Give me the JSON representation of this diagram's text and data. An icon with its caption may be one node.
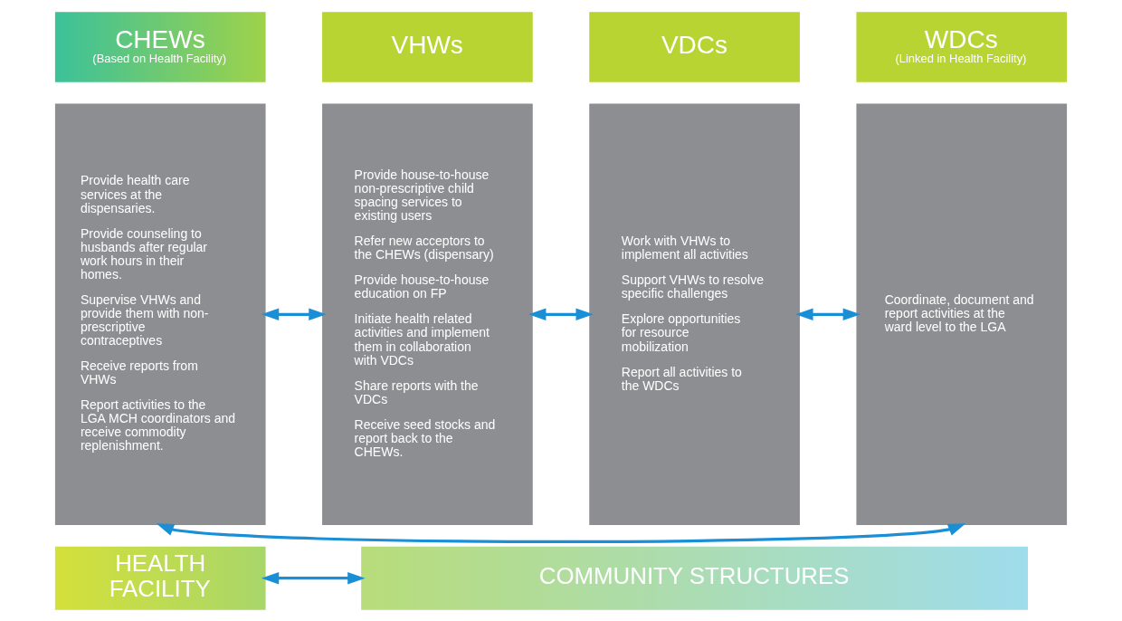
{
  "diagram": {
    "nodes": [
      {
        "text": [
          "CHEWs",
          "(Based on Health Facility)"
        ]
      },
      {
        "text": [
          "VHWs"
        ]
      },
      {
        "text": [
          "VDCs"
        ]
      },
      {
        "text": [
          "WDCs",
          "(Linked in Health Facility)"
        ]
      },
      {
        "text": [
          "Provide health care services at the dispensaries.",
          "Provide counseling to husbands after regular work hours in their homes.",
          "Supervise VHWs and provide them with non-prescriptive contraceptives",
          "Receive reports from VHWs",
          "Report activities to the LGA MCH coordinators and receive commodity replenishment."
        ]
      },
      {
        "text": [
          "Provide house-to-house non-prescriptive child spacing services to existing users",
          "Refer new acceptors to the CHEWs (dispensary)",
          "Provide house-to-house education on FP",
          "Initiate health related activities and implement them in collaboration with VDCs",
          "Share reports with the VDCs",
          "Receive seed stocks and report back to the CHEWs."
        ]
      },
      {
        "text": [
          "Work with VHWs to implement all activities",
          "Support VHWs to resolve specific challenges",
          "Explore opportunities for resource mobilization",
          "Report all activities to the WDCs"
        ]
      },
      {
        "text": [
          "Coordinate, document and report activities at the ward level to the LGA"
        ]
      },
      {
        "text": [
          "HEALTH FACILITY"
        ]
      },
      {
        "text": [
          "COMMUNITY STRUCTURES"
        ]
      }
    ],
    "edges": [
      {
        "from": 4,
        "to": 5,
        "arrow": "both"
      },
      {
        "from": 5,
        "to": 6,
        "arrow": "both"
      },
      {
        "from": 6,
        "to": 7,
        "arrow": "both"
      },
      {
        "from": 4,
        "to": 7,
        "arrow": "both"
      },
      {
        "from": 8,
        "to": 9,
        "arrow": "both"
      }
    ]
  }
}
